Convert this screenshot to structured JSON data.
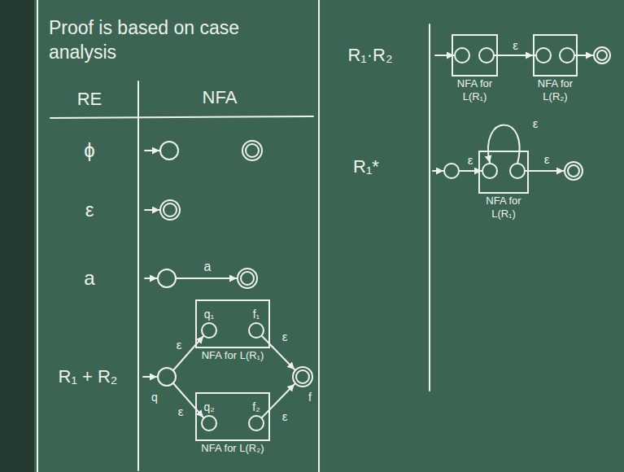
{
  "diagram": {
    "title": "Proof is based on case analysis",
    "nodes": [
      {
        "text": [
          "NFA for L(R₁)"
        ]
      },
      {
        "text": [
          "NFA for L(R₂)"
        ]
      },
      {
        "text": [
          "NFA for L(R₁)"
        ]
      },
      {
        "text": [
          "NFA for L(R₂)"
        ]
      },
      {
        "text": [
          "NFA for L(R₁)"
        ]
      }
    ],
    "edges": [
      {
        "from": 2,
        "to": 3,
        "label": "ε",
        "arrow": "to"
      }
    ],
    "labels": [
      "RE",
      "NFA",
      "ϕ",
      "ε",
      "a",
      "a",
      "R₁ + R₂",
      "ε",
      "ε",
      "ε",
      "ε",
      "q₁",
      "f₁",
      "q₂",
      "f₂",
      "q",
      "f",
      "R₁·R₂",
      "R₁*",
      "ε",
      "ε",
      "ε"
    ]
  }
}
